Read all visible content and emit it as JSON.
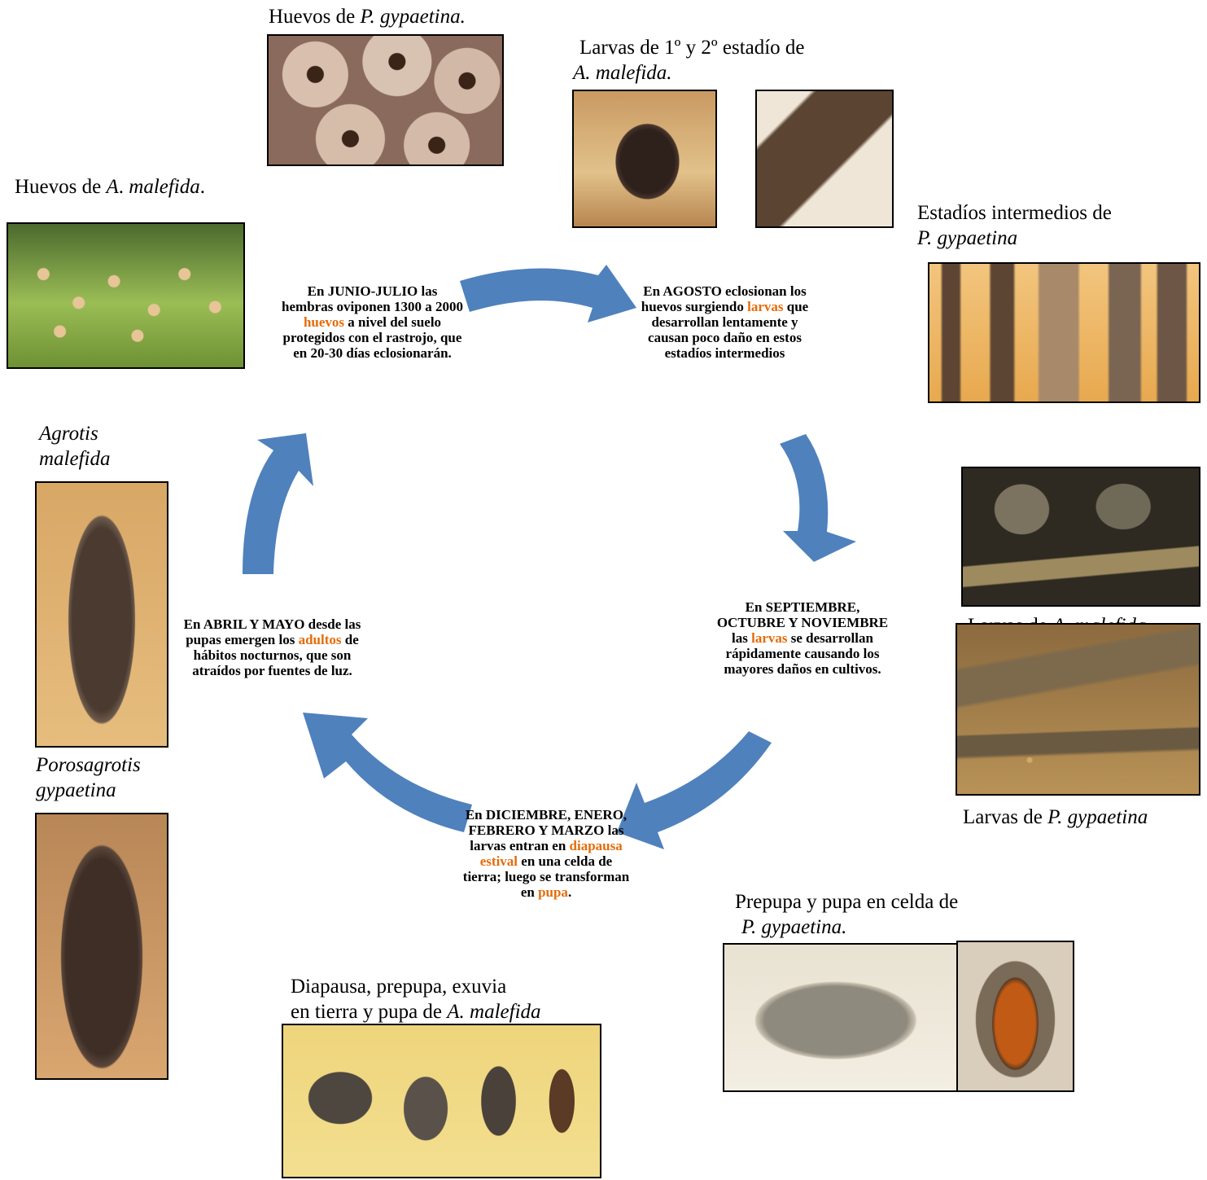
{
  "captions": {
    "huevos_pg": {
      "prefix": "Huevos de ",
      "species": "P. gypaetina."
    },
    "larvas_1_2": {
      "line1": "Larvas de 1º y 2º estadío de",
      "species": "A. malefida."
    },
    "huevos_am": {
      "prefix": "Huevos de ",
      "species_a": "A",
      "mid": ". ",
      "species_b": "malefida",
      "suffix": "."
    },
    "intermedios": {
      "line1": "Estadíos intermedios de",
      "species": "P. gypaetina"
    },
    "agrotis": {
      "line1": "Agrotis",
      "line2": "malefida"
    },
    "porosagrotis": {
      "line1": "Porosagrotis",
      "line2": "gypaetina"
    },
    "larvas_am": {
      "prefix": "Larvas de ",
      "species_a": "A",
      "mid": ". ",
      "species_b": "malefida"
    },
    "larvas_pg": {
      "prefix": "Larvas de ",
      "species": "P. gypaetina"
    },
    "prepupa": {
      "line1": "Prepupa y pupa en celda de",
      "species": "P. gypaetina."
    },
    "diapausa": {
      "line1": "Diapausa, prepupa, exuvia",
      "line2_prefix": "en tierra y pupa de ",
      "species": "A. malefida"
    }
  },
  "steps": {
    "junio": {
      "a": "En JUNIO-JULIO las hembras oviponen 1300 a 2000 ",
      "hl": "huevos",
      "b": " a nivel del suelo protegidos con el rastrojo, que en 20-30 días eclosionarán."
    },
    "agosto": {
      "a": "En AGOSTO eclosionan los huevos surgiendo ",
      "hl": "larvas",
      "b": " que desarrollan lentamente y causan poco daño en estos estadíos intermedios"
    },
    "septiembre": {
      "a": "En SEPTIEMBRE, OCTUBRE Y NOVIEMBRE las ",
      "hl": "larvas",
      "b": " se desarrollan rápidamente causando los mayores daños en cultivos."
    },
    "diciembre": {
      "a": "En DICIEMBRE, ENERO, FEBRERO Y MARZO las larvas entran en ",
      "hl": "diapausa estival",
      "b": " en una celda de tierra; luego se transforman en ",
      "hl2": "pupa",
      "c": "."
    },
    "abril": {
      "a": "En ABRIL Y MAYO desde las   pupas emergen los ",
      "hl": "adultos",
      "b": " de hábitos nocturnos, que son atraídos por fuentes de luz."
    }
  },
  "colors": {
    "arrow": "#4f81bd",
    "highlight": "#e46c0a"
  }
}
